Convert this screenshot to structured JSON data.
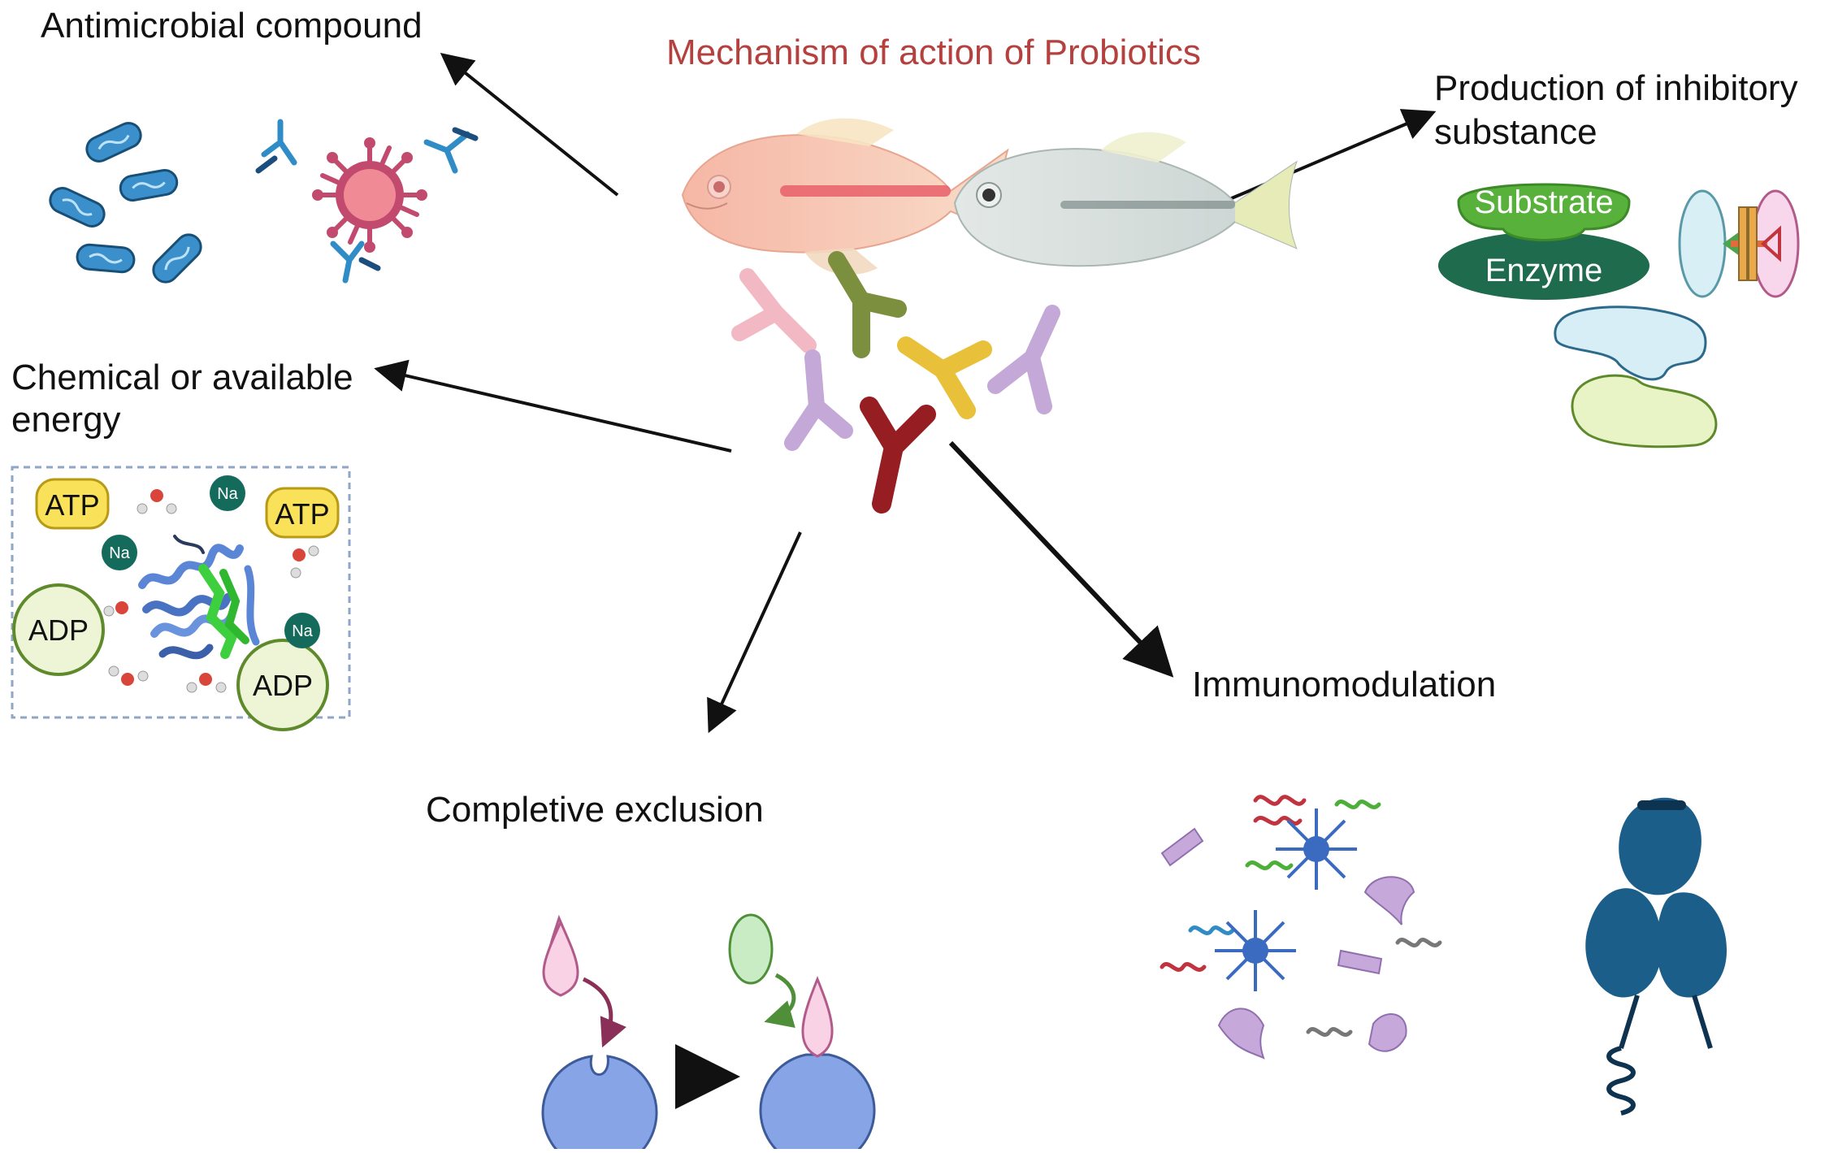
{
  "title": "Mechanism of action of Probiotics",
  "colors": {
    "title": "#b5413f",
    "arrow": "#111111",
    "enzyme_dark": "#1e6b4e",
    "substrate": "#57b13b",
    "atp": "#f9e15a",
    "adp": "#eef5d6",
    "sodium": "#146b5c",
    "cell_blue": "#86a4e6",
    "receptor_blue": "#1b5e8a"
  },
  "labels": {
    "antimicrobial": "Antimicrobial compound",
    "inhibitory_line1": "Production of inhibitory",
    "inhibitory_line2": "substance",
    "energy_line1": "Chemical or available",
    "energy_line2": "energy",
    "exclusion": "Completive exclusion",
    "immuno": "Immunomodulation"
  },
  "enzyme_panel": {
    "substrate": "Substrate",
    "enzyme": "Enzyme"
  },
  "energy_panel": {
    "atp_1": "ATP",
    "atp_2": "ATP",
    "adp_1": "ADP",
    "adp_2": "ADP",
    "na_1": "Na",
    "na_2": "Na",
    "na_3": "Na"
  },
  "icons": [
    "bacteria-icon",
    "virus-icon",
    "antibody-icon",
    "fish-icon",
    "enzyme-icon",
    "protein-icon",
    "receptor-icon",
    "cytokine-icon",
    "toll-like-receptor-icon"
  ]
}
